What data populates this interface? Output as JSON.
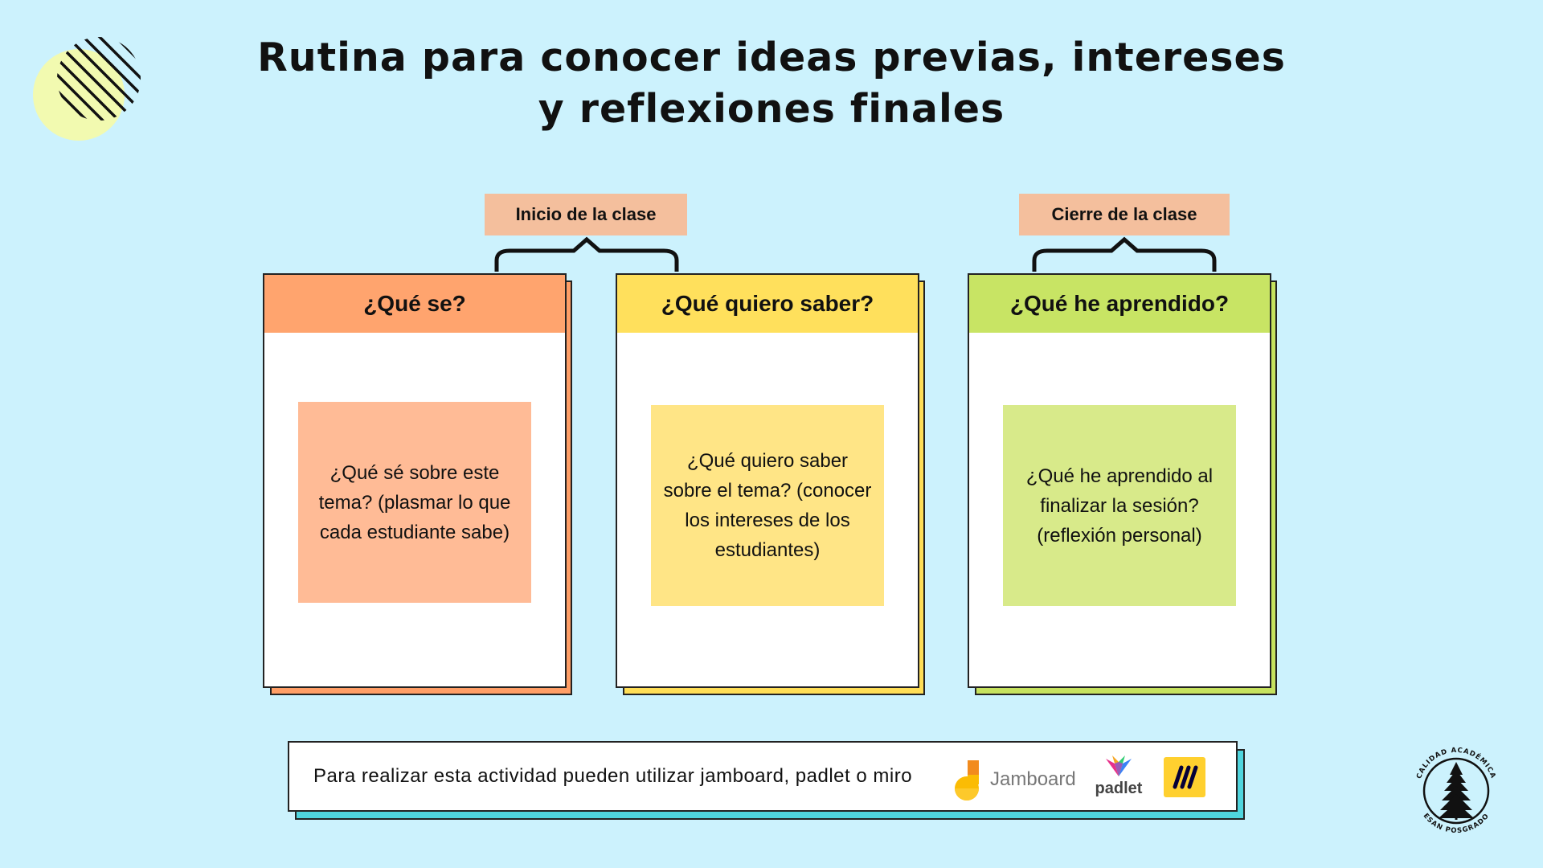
{
  "title": "Rutina para conocer ideas previas, intereses y reflexiones finales",
  "phases": [
    {
      "label": "Inicio de la clase"
    },
    {
      "label": "Cierre de la clase"
    }
  ],
  "columns": [
    {
      "header": "¿Qué se?",
      "note": "¿Qué sé sobre este tema? (plasmar lo que cada estudiante sabe)",
      "header_color": "#ffa46e",
      "note_color": "#ffbb96",
      "shadow_color": "#ff9e66"
    },
    {
      "header": "¿Qué quiero saber?",
      "note": "¿Qué quiero saber sobre el tema? (conocer los intereses de los estudiantes)",
      "header_color": "#ffe05c",
      "note_color": "#ffe586",
      "shadow_color": "#ffde56"
    },
    {
      "header": "¿Qué he aprendido?",
      "note": "¿Qué he aprendido al finalizar la sesión? (reflexión personal)",
      "header_color": "#c8e464",
      "note_color": "#d8ea8a",
      "shadow_color": "#c6e25e"
    }
  ],
  "footer": {
    "text": "Para realizar esta actividad pueden utilizar jamboard, padlet o miro",
    "tools": {
      "jamboard": "Jamboard",
      "padlet": "padlet",
      "miro_icon": "miro-logo-icon"
    }
  },
  "seal": {
    "top_text": "CALIDAD ACADÉMICA",
    "bottom_text": "ESAN POSGRADO"
  }
}
